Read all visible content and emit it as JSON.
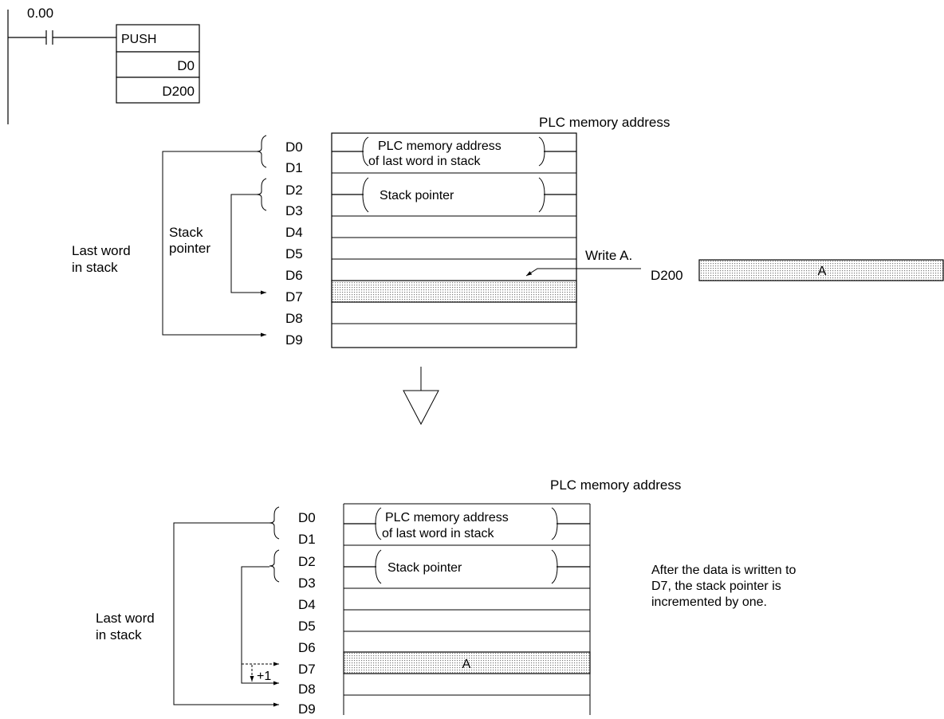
{
  "ladder": {
    "contact_label": "0.00",
    "instruction": "PUSH",
    "operand1": "D0",
    "operand2": "D200"
  },
  "top": {
    "memory_header": "PLC memory address",
    "addresses": [
      "D0",
      "D1",
      "D2",
      "D3",
      "D4",
      "D5",
      "D6",
      "D7",
      "D8",
      "D9"
    ],
    "brace1_line1": "PLC memory address",
    "brace1_line2": "of last word in stack",
    "brace2_text": "Stack pointer",
    "stack_pointer_label_1": "Stack",
    "stack_pointer_label_2": "pointer",
    "last_word_label_1": "Last word",
    "last_word_label_2": "in stack",
    "write_label": "Write A.",
    "source_word": "D200",
    "source_value": "A"
  },
  "bottom": {
    "memory_header": "PLC memory address",
    "addresses": [
      "D0",
      "D1",
      "D2",
      "D3",
      "D4",
      "D5",
      "D6",
      "D7",
      "D8",
      "D9"
    ],
    "brace1_line1": "PLC memory address",
    "brace1_line2": "of last word in stack",
    "brace2_text": "Stack pointer",
    "last_word_label_1": "Last word",
    "last_word_label_2": "in stack",
    "written_value": "A",
    "increment_label": "+1",
    "note_line1": "After the data is written to",
    "note_line2": "D7, the stack pointer is",
    "note_line3": "incremented by one."
  },
  "colors": {
    "line": "#000000",
    "shade_dot": "#7a7a7a"
  }
}
